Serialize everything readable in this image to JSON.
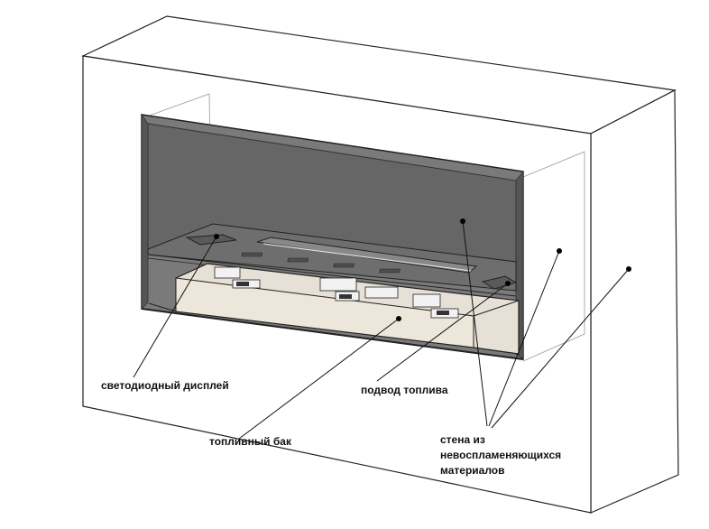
{
  "labels": {
    "led_display": "светодиодный дисплей",
    "fuel_supply": "подвод топлива",
    "fuel_tank": "топливный бак",
    "wall_line1": "стена из",
    "wall_line2": "невоспламеняющихся",
    "wall_line3": "материалов"
  },
  "colors": {
    "line": "#222222",
    "firebox": "#666666",
    "tray": "#e6e0d6",
    "wall_face": "#ffffff",
    "guide": "#999999"
  }
}
